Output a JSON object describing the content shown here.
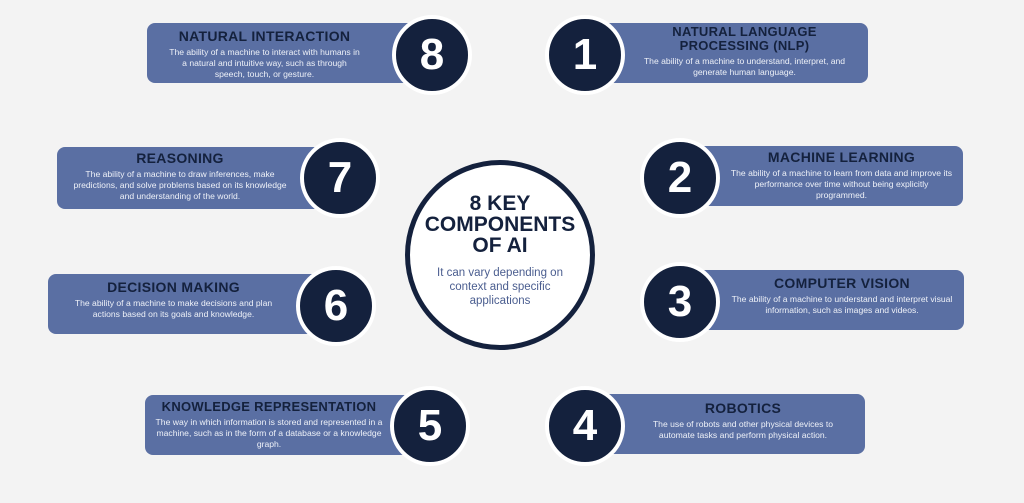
{
  "hub": {
    "title": "8 KEY COMPONENTS OF AI",
    "subtitle": "It can vary depending on context and specific applications"
  },
  "components": [
    {
      "number": "1",
      "title": "NATURAL LANGUAGE PROCESSING (NLP)",
      "description": "The ability of a machine to understand, interpret, and generate human language."
    },
    {
      "number": "2",
      "title": "MACHINE LEARNING",
      "description": "The ability of a machine to learn from data and improve its performance over time without being explicitly programmed."
    },
    {
      "number": "3",
      "title": "COMPUTER VISION",
      "description": "The ability of a machine to understand and interpret visual information, such as images and videos."
    },
    {
      "number": "4",
      "title": "ROBOTICS",
      "description": "The use of robots and other physical devices to automate tasks and perform physical action."
    },
    {
      "number": "5",
      "title": "KNOWLEDGE REPRESENTATION",
      "description": "The way in which information is stored and represented in a machine, such as in the form of a database or a knowledge graph."
    },
    {
      "number": "6",
      "title": "DECISION MAKING",
      "description": "The ability of a machine to make decisions and plan actions based on its goals and knowledge."
    },
    {
      "number": "7",
      "title": "REASONING",
      "description": "The ability of a machine to draw inferences, make predictions, and solve problems based on its knowledge and understanding of the world."
    },
    {
      "number": "8",
      "title": "NATURAL INTERACTION",
      "description": "The ability of a machine to interact with humans in a natural and intuitive way, such as through speech, touch, or gesture."
    }
  ],
  "colors": {
    "card": "#5a6fa3",
    "badge": "#14213d",
    "title": "#14213d",
    "background": "#f3f3f3"
  }
}
